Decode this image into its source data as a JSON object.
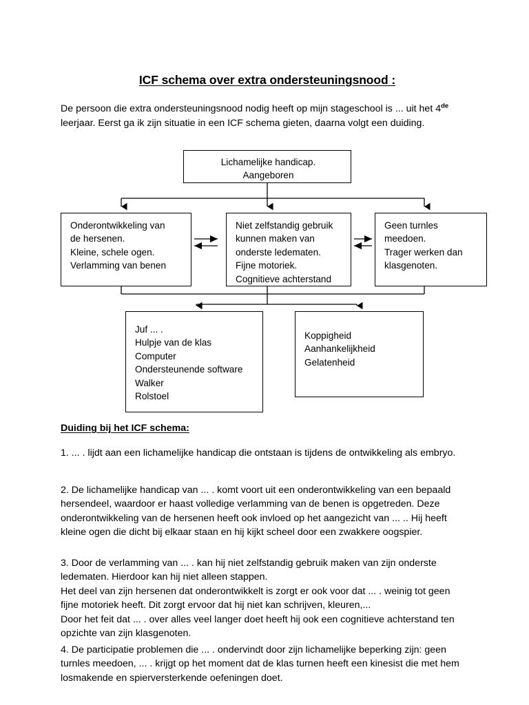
{
  "document": {
    "title_text": "ICF schema over extra ondersteuningsnood :",
    "intro_before_sup": "De persoon die extra ondersteuningsnood nodig heeft op mijn stageschool is ... uit het 4",
    "intro_sup": "de",
    "intro_after_sup": " leerjaar. Eerst ga ik zijn situatie in een ICF schema gieten, daarna volgt een duiding."
  },
  "diagram": {
    "nodes": {
      "top": {
        "name": "lichamelijke-handicap",
        "line1": "Lichamelijke handicap.",
        "line2": "Aangeboren"
      },
      "left": {
        "name": "functies-en-anatomische-eigenschappen",
        "line1": "Onderontwikkeling van",
        "line2": "de hersenen.",
        "line3": "Kleine, schele ogen.",
        "line4": "Verlamming van benen"
      },
      "middle": {
        "name": "activiteiten",
        "line1": "Niet zelfstandig gebruik",
        "line2": "kunnen maken van",
        "line3": "onderste ledematen.",
        "line4": "Fijne motoriek.",
        "line5": "Cognitieve achterstand"
      },
      "right": {
        "name": "participatie",
        "line1": "Geen turnles",
        "line2": "meedoen.",
        "line3": "Trager werken dan",
        "line4": "klasgenoten."
      },
      "external_factors": {
        "name": "externe-factoren",
        "line1": "Juf ... .",
        "line2": "Hulpje van de klas",
        "line3": "Computer",
        "line4": "Ondersteunende software",
        "line5": "Walker",
        "line6": "Rolstoel"
      },
      "personal_factors": {
        "name": "persoonlijke-factoren",
        "line1": "Koppigheid",
        "line2": "Aanhankelijkheid",
        "line3": "Gelatenheid"
      }
    },
    "connectors": {
      "top_to_row_label": "top-splits-naar-drie-boxen",
      "left_middle_label": "dubbele-pijl-links-midden",
      "middle_right_label": "dubbele-pijl-midden-rechts",
      "row_to_bottom_label": "rij-splits-naar-twee-boxen"
    },
    "line_color": "#000000"
  },
  "duiding": {
    "heading": "Duiding bij het ICF schema:",
    "paragraphs": [
      "1. ... . lijdt aan een lichamelijke handicap die ontstaan is tijdens de ontwikkeling als embryo.",
      "2. De lichamelijke handicap van ... . komt voort uit een onderontwikkeling van een bepaald hersendeel, waardoor er haast volledige verlamming van de benen is opgetreden. Deze onderontwikkeling van de hersenen heeft ook invloed op het aangezicht van ... .. Hij heeft kleine ogen die dicht bij elkaar staan en hij kijkt scheel door een zwakkere oogspier.",
      "3. Door de verlamming van ... . kan hij niet zelfstandig gebruik maken van zijn onderste ledematen. Hierdoor kan hij niet alleen stappen.\nHet deel van zijn hersenen dat onderontwikkelt is zorgt er ook voor dat ... . weinig tot geen fijne motoriek heeft. Dit zorgt ervoor dat hij niet kan schrijven, kleuren,...\nDoor het feit dat ... . over alles veel langer doet heeft hij ook een cognitieve achterstand ten opzichte van zijn klasgenoten.",
      "4. De participatie problemen die ... . ondervindt door zijn lichamelijke beperking zijn: geen turnles meedoen, ... . krijgt op het moment dat de klas turnen heeft een kinesist die met hem losmakende en spierversterkende oefeningen doet."
    ]
  }
}
